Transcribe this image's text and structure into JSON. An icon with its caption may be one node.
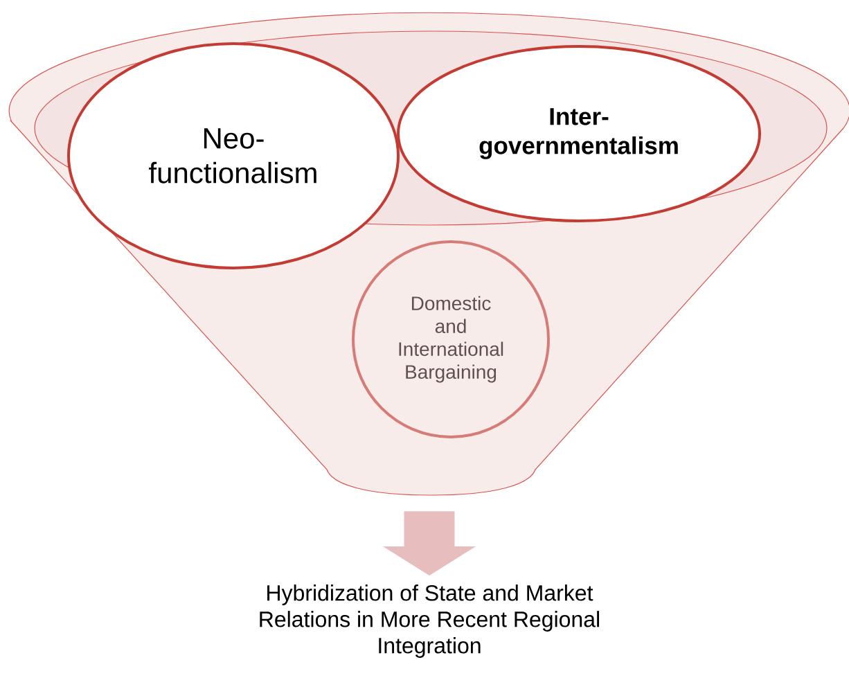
{
  "diagram": {
    "nodes": [
      {
        "text": [],
        "shape": "funnel"
      },
      {
        "text": [
          "Neo- functionalism"
        ],
        "in": 0
      },
      {
        "text": [
          "Inter- governmentalism"
        ],
        "in": 0
      },
      {
        "text": [
          "Domestic and International Bargaining"
        ],
        "in": 0
      },
      {
        "text": [
          "Hybridization of State and Market Relations in More Recent Regional Integration"
        ]
      }
    ],
    "edges": [
      {
        "from": 0,
        "to": 4,
        "arrow": "to",
        "style": "thick"
      }
    ]
  }
}
